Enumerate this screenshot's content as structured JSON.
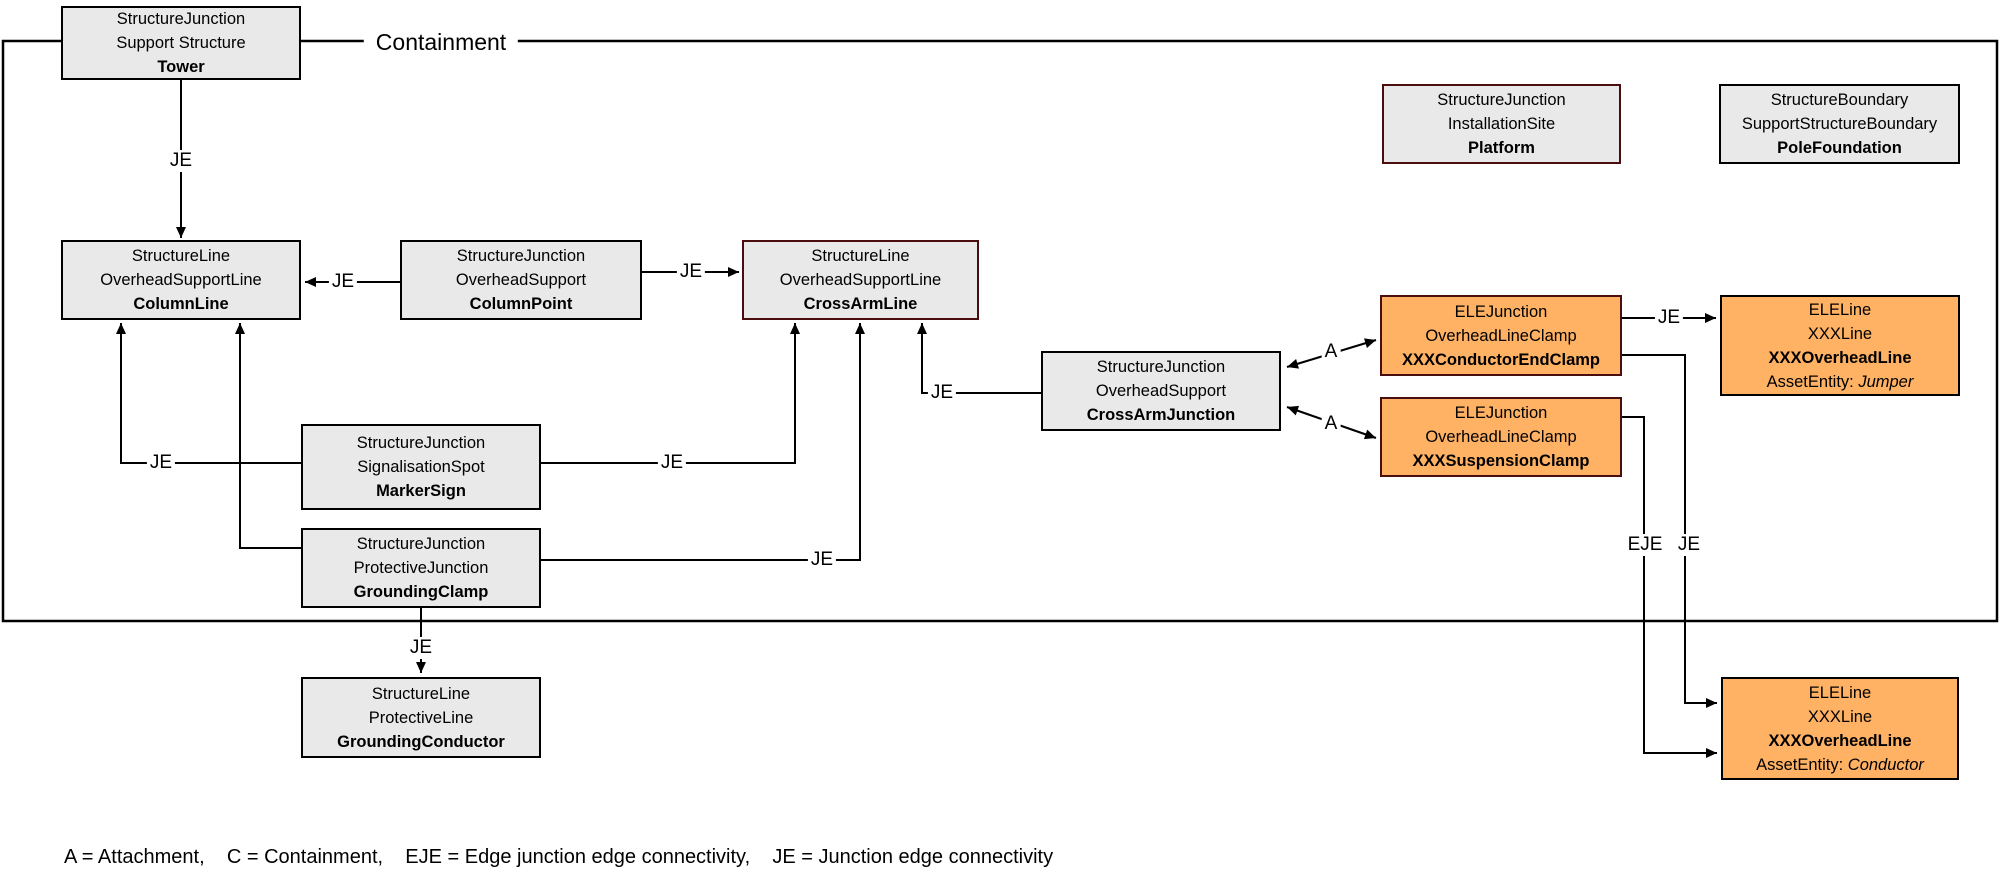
{
  "diagram": {
    "title_label": "Containment",
    "legend": "A = Attachment,    C = Containment,    EJE = Edge junction edge connectivity,    JE = Junction edge connectivity",
    "colors": {
      "gray_fill": "#E9E9E9",
      "orange_fill": "#FFB164",
      "black_border": "#000000",
      "maroon_border": "#4A0E0E",
      "line": "#000000",
      "background": "#FFFFFF"
    },
    "nodes": {
      "tower": {
        "lines": [
          "StructureJunction",
          "Support Structure",
          "Tower"
        ]
      },
      "platform": {
        "lines": [
          "StructureJunction",
          "InstallationSite",
          "Platform"
        ]
      },
      "pole_foundation": {
        "lines": [
          "StructureBoundary",
          "SupportStructureBoundary",
          "PoleFoundation"
        ]
      },
      "column_line": {
        "lines": [
          "StructureLine",
          "OverheadSupportLine",
          "ColumnLine"
        ]
      },
      "column_point": {
        "lines": [
          "StructureJunction",
          "OverheadSupport",
          "ColumnPoint"
        ]
      },
      "cross_arm_line": {
        "lines": [
          "StructureLine",
          "OverheadSupportLine",
          "CrossArmLine"
        ]
      },
      "cross_arm_junction": {
        "lines": [
          "StructureJunction",
          "OverheadSupport",
          "CrossArmJunction"
        ]
      },
      "conductor_end_clamp": {
        "lines": [
          "ELEJunction",
          "OverheadLineClamp",
          "XXXConductorEndClamp"
        ]
      },
      "suspension_clamp": {
        "lines": [
          "ELEJunction",
          "OverheadLineClamp",
          "XXXSuspensionClamp"
        ]
      },
      "overhead_line_jumper": {
        "lines": [
          "ELELine",
          "XXXLine",
          "XXXOverheadLine"
        ],
        "asset_label": "AssetEntity: ",
        "asset_value": "Jumper"
      },
      "marker_sign": {
        "lines": [
          "StructureJunction",
          "SignalisationSpot",
          "MarkerSign"
        ]
      },
      "grounding_clamp": {
        "lines": [
          "StructureJunction",
          "ProtectiveJunction",
          "GroundingClamp"
        ]
      },
      "grounding_conductor": {
        "lines": [
          "StructureLine",
          "ProtectiveLine",
          "GroundingConductor"
        ]
      },
      "overhead_line_conductor": {
        "lines": [
          "ELELine",
          "XXXLine",
          "XXXOverheadLine"
        ],
        "asset_label": "AssetEntity: ",
        "asset_value": "Conductor"
      }
    },
    "edges": [
      {
        "from": "Tower",
        "to": "ColumnLine",
        "label": "JE"
      },
      {
        "from": "ColumnPoint",
        "to": "ColumnLine",
        "label": "JE"
      },
      {
        "from": "ColumnPoint",
        "to": "CrossArmLine",
        "label": "JE"
      },
      {
        "from": "MarkerSign",
        "to": "ColumnLine",
        "label": "JE"
      },
      {
        "from": "GroundingClamp",
        "to": "ColumnLine",
        "label": ""
      },
      {
        "from": "MarkerSign",
        "to": "CrossArmLine",
        "label": "JE"
      },
      {
        "from": "GroundingClamp",
        "to": "CrossArmLine",
        "label": "JE"
      },
      {
        "from": "CrossArmJunction",
        "to": "CrossArmLine",
        "label": "JE"
      },
      {
        "from": "CrossArmJunction",
        "to": "XXXConductorEndClamp",
        "label": "A",
        "double_arrow": true
      },
      {
        "from": "CrossArmJunction",
        "to": "XXXSuspensionClamp",
        "label": "A",
        "double_arrow": true
      },
      {
        "from": "XXXConductorEndClamp",
        "to": "XXXOverheadLine (Jumper)",
        "label": "JE"
      },
      {
        "from": "XXXConductorEndClamp",
        "to": "XXXOverheadLine (Conductor)",
        "label": "JE"
      },
      {
        "from": "XXXSuspensionClamp",
        "to": "XXXOverheadLine (Conductor)",
        "label": "EJE"
      },
      {
        "from": "GroundingClamp",
        "to": "GroundingConductor",
        "label": "JE"
      }
    ]
  }
}
